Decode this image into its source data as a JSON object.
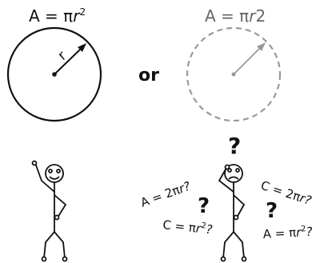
{
  "left_formula": {
    "prefix": "A = π",
    "var": "r",
    "exp": "2"
  },
  "right_formula": {
    "prefix": "A = π",
    "var": "r",
    "suffix": "2"
  },
  "radius_label": "r",
  "connector": "or",
  "question_marks": [
    "?",
    "?",
    "?"
  ],
  "confusion_formulas": [
    {
      "prefix": "A = 2π",
      "var": "r",
      "suffix": "?"
    },
    {
      "prefix": "C = 2π",
      "var": "r",
      "suffix": "?"
    },
    {
      "prefix": "C = π",
      "var": "r",
      "exp": "2",
      "suffix": "?"
    },
    {
      "prefix": "A = π",
      "var": "r",
      "exp": "2",
      "suffix": "?"
    }
  ],
  "colors": {
    "ink": "#111111",
    "faded": "#999999",
    "faded_text": "#666666"
  }
}
